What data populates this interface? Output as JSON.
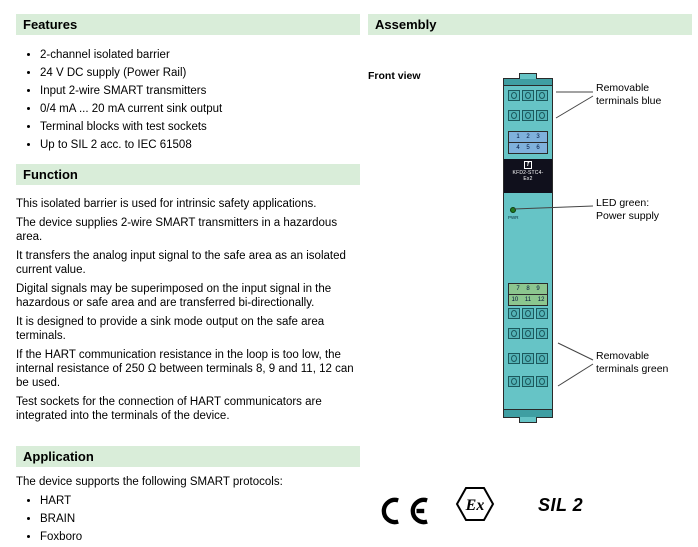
{
  "left": {
    "features": {
      "title": "Features",
      "items": [
        "2-channel isolated barrier",
        "24 V DC supply (Power Rail)",
        "Input 2-wire SMART transmitters",
        "0/4 mA ... 20 mA current sink output",
        "Terminal blocks with test sockets",
        "Up to SIL 2 acc. to IEC 61508"
      ]
    },
    "function": {
      "title": "Function",
      "paragraphs": [
        "This isolated barrier is used for intrinsic safety applications.",
        "The device supplies 2-wire SMART transmitters in a hazardous area.",
        "It transfers the analog input signal to the safe area as an isolated current value.",
        "Digital signals may be superimposed on the input signal in the hazardous or safe area and are transferred bi-directionally.",
        "It is designed to provide a sink mode output on the safe area terminals.",
        "If the HART communication resistance in the loop is too low, the internal resistance of 250 Ω between terminals 8, 9 and 11, 12 can be used.",
        "Test sockets for the connection of HART communicators are integrated into the terminals of the device."
      ]
    },
    "application": {
      "title": "Application",
      "intro": "The device supports the following SMART protocols:",
      "items": [
        "HART",
        "BRAIN",
        "Foxboro"
      ]
    }
  },
  "right": {
    "assembly_title": "Assembly",
    "front_view_label": "Front view",
    "device": {
      "model_line1": "KFD2-STC4-",
      "model_line2": "Ex2",
      "logo_letter": "f",
      "top_numbers": [
        "1 2 3",
        "4 5 6"
      ],
      "bottom_numbers": [
        "7 8 9",
        "10 11 12"
      ],
      "led_label": "PWR"
    },
    "callouts": {
      "terminals_blue": "Removable terminals blue",
      "led_line1": "LED green:",
      "led_line2": "Power supply",
      "terminals_green": "Removable terminals green"
    },
    "marks": {
      "ce": "CE",
      "ex": "Ex",
      "sil": "SIL 2"
    },
    "colors": {
      "heading_bg": "#d9edd9",
      "device_body": "#66c4c6",
      "terminals_blue_patch": "#7fb1dc",
      "terminals_green_patch": "#8cc68f",
      "led_green": "#1f7a1f"
    }
  }
}
